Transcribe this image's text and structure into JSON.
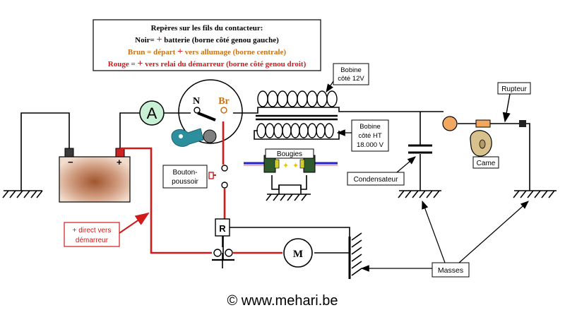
{
  "legend": {
    "title": "Repères sur les fils du contacteur:",
    "lines": [
      {
        "prefix": "Noir= ",
        "plus": "+",
        "rest": " batterie (borne côté genou gauche)",
        "color": "#000000"
      },
      {
        "prefix": "Brun = départ ",
        "plus": "+",
        "rest": " vers allumage (borne centrale)",
        "color": "#c87214"
      },
      {
        "prefix": "Rouge = ",
        "plus": "+",
        "rest": " vers relai du démarreur (borne côté genou droit)",
        "color": "#d11a1a"
      }
    ],
    "plus_color": "#e02020"
  },
  "labels": {
    "bobine_12v": [
      "Bobine",
      "côté 12V"
    ],
    "bobine_ht": [
      "Bobine",
      "côté HT",
      "18.000 V"
    ],
    "bougies": "Bougies",
    "rupteur": "Rupteur",
    "came": "Came",
    "condensateur": "Condensateur",
    "bouton": [
      "Bouton-",
      "poussoir"
    ],
    "direct": [
      "+ direct vers",
      "démarreur"
    ],
    "masses": "Masses",
    "ammeter": "A",
    "battery_minus": "−",
    "battery_plus": "+",
    "relay": "R",
    "motor": "M",
    "switch_n": "N",
    "switch_br": "Br",
    "copyright": "©  www.mehari.be"
  },
  "colors": {
    "wire": "#000000",
    "red_wire": "#d11a1a",
    "brown": "#c87214",
    "ammeter_fill": "#c8f0d4",
    "key": "#2d8f9e",
    "plug_blue": "#2222cc",
    "plug_body": "#2f5b2f",
    "cam": "#d9c18e",
    "rupteur_pad": "#f0a860"
  }
}
